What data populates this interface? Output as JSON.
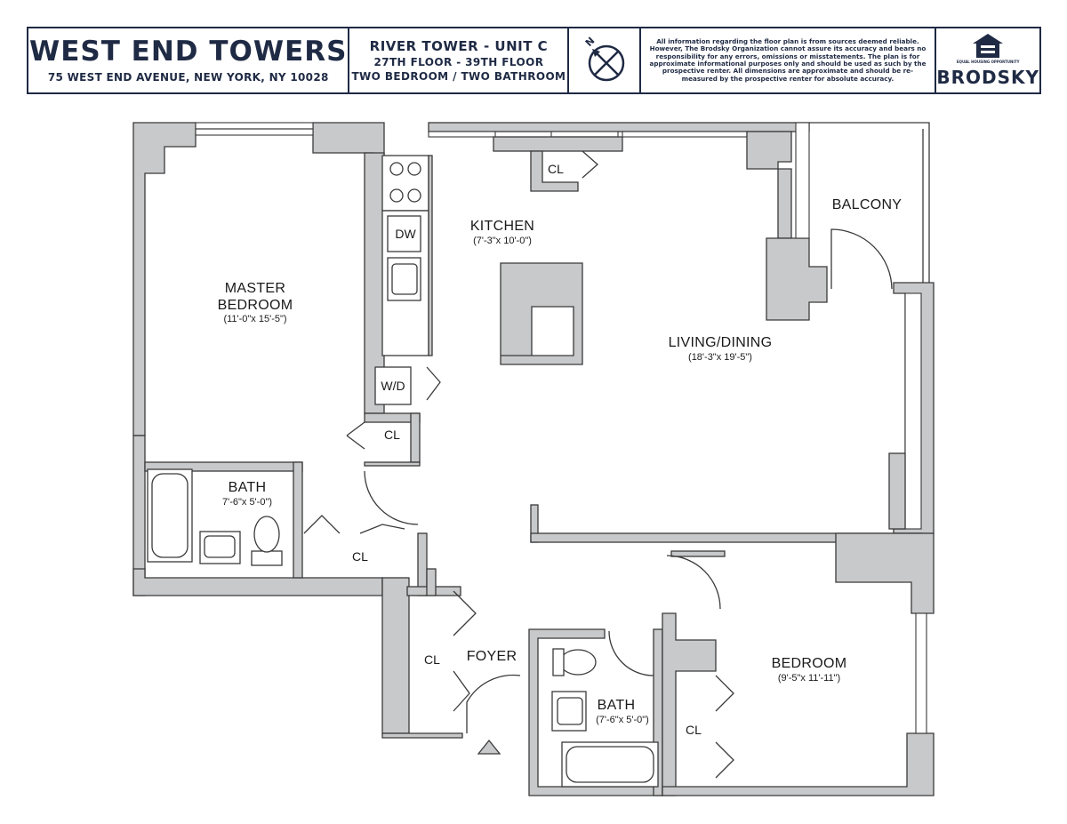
{
  "header": {
    "building_name": "WEST END TOWERS",
    "address": "75 WEST END AVENUE, NEW YORK, NY 10028",
    "unit_title": "RIVER TOWER - UNIT C",
    "floors": "27TH FLOOR - 39TH FLOOR",
    "layout": "TWO BEDROOM / TWO BATHROOM",
    "compass_letter": "N",
    "disclaimer": "All information regarding the floor plan is from sources deemed reliable. However, The Brodsky Organization cannot assure its accuracy and bears no responsibility for any errors, omissions or misstatements. The plan is for approximate informational purposes only and should be used as such by the prospective renter. All dimensions are approximate and should be re-measured by the prospective renter for absolute accuracy.",
    "equal_housing": "EQUAL HOUSING OPPORTUNITY",
    "logo_text": "BRODSKY"
  },
  "rooms": {
    "kitchen": {
      "name": "KITCHEN",
      "dims": "(7'-3\"x 10'-0\")"
    },
    "master_bedroom": {
      "name_line1": "MASTER",
      "name_line2": "BEDROOM",
      "dims": "(11'-0\"x 15'-5\")"
    },
    "living_dining": {
      "name": "LIVING/DINING",
      "dims": "(18'-3\"x 19'-5\")"
    },
    "balcony": {
      "name": "BALCONY"
    },
    "master_bath": {
      "name": "BATH",
      "dims": "7'-6\"x 5'-0\")"
    },
    "foyer": {
      "name": "FOYER"
    },
    "bath2": {
      "name": "BATH",
      "dims": "(7'-6\"x 5'-0\")"
    },
    "bedroom": {
      "name": "BEDROOM",
      "dims": "(9'-5\"x 11'-11\")"
    }
  },
  "fixtures": {
    "dishwasher": "DW",
    "washer_dryer": "W/D",
    "closet": "CL"
  }
}
